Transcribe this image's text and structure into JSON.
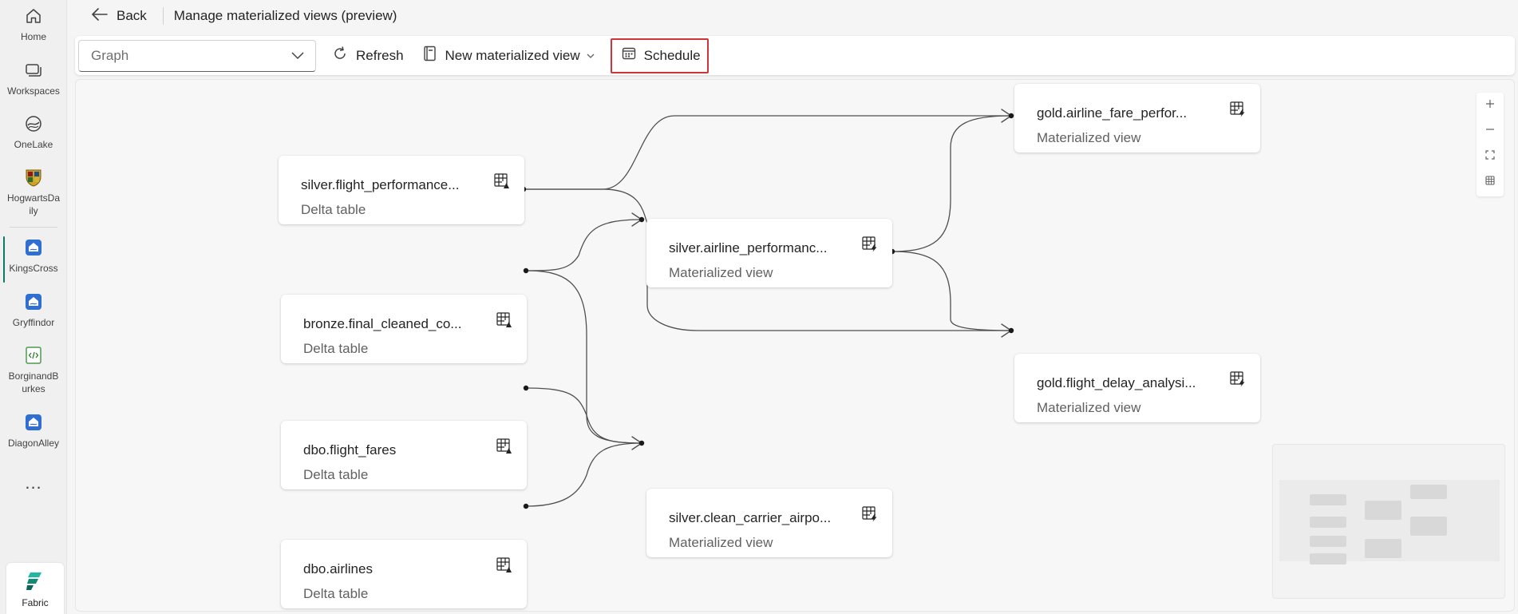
{
  "rail": {
    "items": [
      {
        "label": "Home",
        "icon": "home-icon"
      },
      {
        "label": "Workspaces",
        "icon": "workspaces-icon"
      },
      {
        "label": "OneLake",
        "icon": "onelake-icon"
      },
      {
        "label": "HogwartsDa ily",
        "icon": "hogwarts-crest-icon"
      },
      {
        "label": "KingsCross",
        "icon": "lakehouse-icon"
      },
      {
        "label": "Gryffindor",
        "icon": "lakehouse-icon"
      },
      {
        "label": "BorginandB urkes",
        "icon": "notebook-icon"
      },
      {
        "label": "DiagonAlley",
        "icon": "lakehouse-icon"
      }
    ],
    "more": "...",
    "fabric_label": "Fabric",
    "active_accent": "#117865"
  },
  "topbar": {
    "back_label": "Back",
    "title": "Manage materialized views (preview)"
  },
  "toolbar": {
    "view_select": {
      "value": "Graph"
    },
    "refresh_label": "Refresh",
    "new_mv_label": "New materialized view",
    "schedule_label": "Schedule",
    "schedule_highlight": "#d13438"
  },
  "graph": {
    "nodes": [
      {
        "id": "n1",
        "name": "silver.flight_performance...",
        "type": "Delta table",
        "icon": "delta-table-icon"
      },
      {
        "id": "n2",
        "name": "bronze.final_cleaned_co...",
        "type": "Delta table",
        "icon": "delta-table-icon"
      },
      {
        "id": "n3",
        "name": "dbo.flight_fares",
        "type": "Delta table",
        "icon": "delta-table-icon"
      },
      {
        "id": "n4",
        "name": "dbo.airlines",
        "type": "Delta table",
        "icon": "delta-table-icon"
      },
      {
        "id": "n5",
        "name": "silver.airline_performanc...",
        "type": "Materialized view",
        "icon": "materialized-view-icon"
      },
      {
        "id": "n6",
        "name": "silver.clean_carrier_airpo...",
        "type": "Materialized view",
        "icon": "materialized-view-icon"
      },
      {
        "id": "n7",
        "name": "gold.airline_fare_perfor...",
        "type": "Materialized view",
        "icon": "materialized-view-icon"
      },
      {
        "id": "n8",
        "name": "gold.flight_delay_analysi...",
        "type": "Materialized view",
        "icon": "materialized-view-icon"
      }
    ],
    "edges": [
      {
        "from": "n1",
        "to": "n7"
      },
      {
        "from": "n1",
        "to": "n8"
      },
      {
        "from": "n2",
        "to": "n5"
      },
      {
        "from": "n2",
        "to": "n6"
      },
      {
        "from": "n3",
        "to": "n6"
      },
      {
        "from": "n4",
        "to": "n6"
      },
      {
        "from": "n5",
        "to": "n7"
      },
      {
        "from": "n5",
        "to": "n8"
      }
    ]
  },
  "zoom_controls": [
    "zoom-in",
    "zoom-out",
    "fit-view",
    "minimap-toggle"
  ]
}
